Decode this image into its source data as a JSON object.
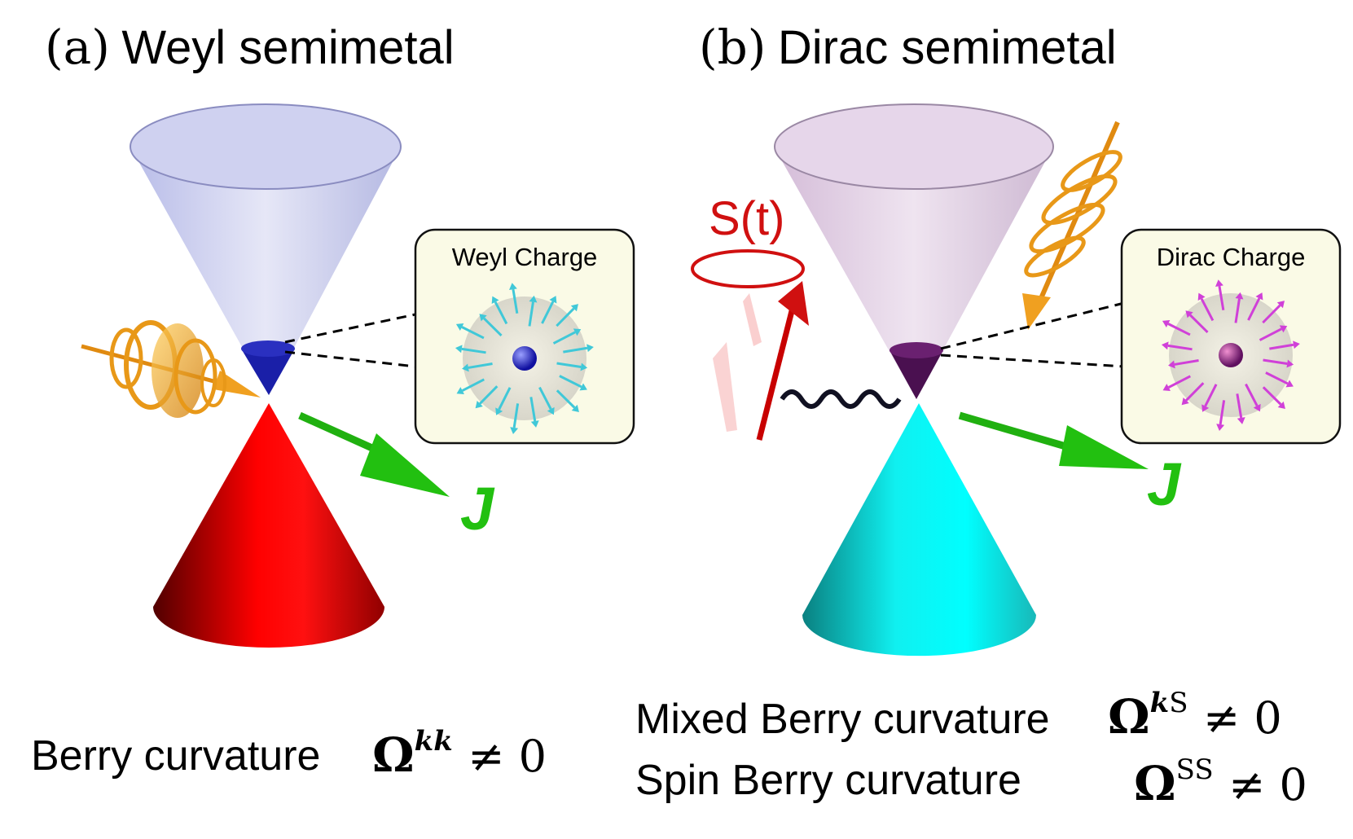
{
  "panel_a": {
    "label": "(a)",
    "title": "Weyl semimetal",
    "inset_label": "Weyl Charge",
    "current_label": "J",
    "caption": "Berry curvature",
    "omega": "Ω",
    "omega_sup": "kk",
    "neq": "≠ 0",
    "colors": {
      "upper_cone": "#c9cbef",
      "lower_cone": "#e00000",
      "node": "#1a1fa8",
      "arrows": "#40c8d8",
      "current": "#22c010",
      "light": "#f0a020"
    }
  },
  "panel_b": {
    "label": "(b)",
    "title": "Dirac semimetal",
    "inset_label": "Dirac Charge",
    "current_label": "J",
    "spin_label": "S(t)",
    "caption_1": "Mixed Berry curvature",
    "omega_1": "Ω",
    "omega_1_sup_k": "k",
    "omega_1_sup_s": "S",
    "neq_1": "≠ 0",
    "caption_2": "Spin Berry curvature",
    "omega_2": "Ω",
    "omega_2_sup": "SS",
    "neq_2": "≠ 0",
    "colors": {
      "upper_cone": "#e2cde6",
      "lower_cone": "#10e8e8",
      "node": "#4a1050",
      "arrows": "#d040d8",
      "current": "#22c010",
      "spin": "#d01010",
      "light": "#f0a020"
    }
  }
}
